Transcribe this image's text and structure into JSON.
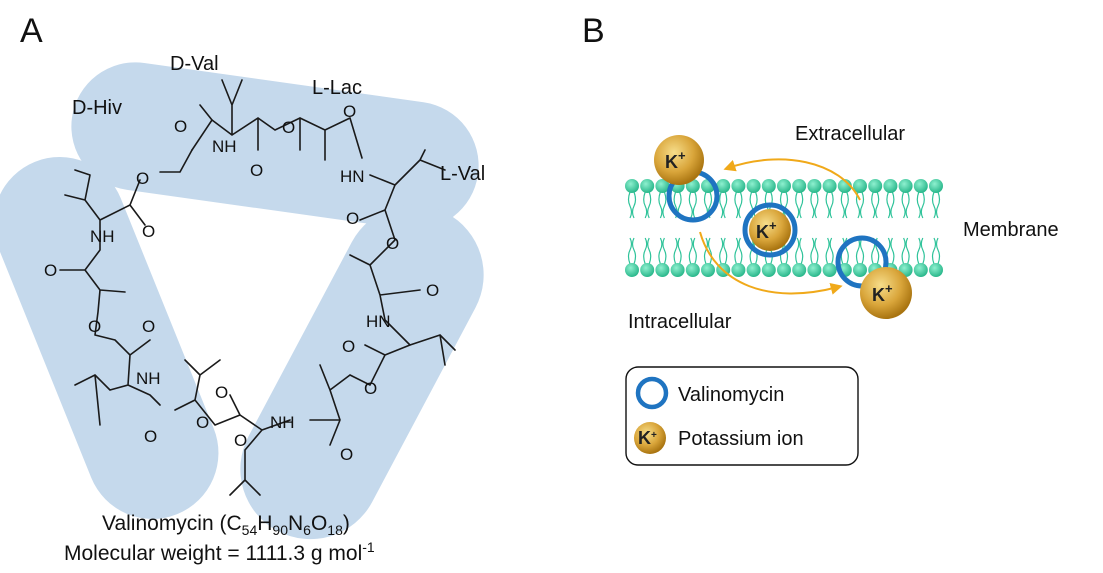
{
  "panels": {
    "a": "A",
    "b": "B"
  },
  "residues": {
    "d_val": "D-Val",
    "l_lac": "L-Lac",
    "d_hiv": "D-Hiv",
    "l_val": "L-Val"
  },
  "atoms": {
    "o": "O",
    "nh": "NH",
    "hn": "HN"
  },
  "caption": {
    "name_prefix": "Valinomycin (C",
    "c_sub": "54",
    "h": "H",
    "h_sub": "90",
    "n": "N",
    "n_sub": "6",
    "o": "O",
    "o_sub": "18",
    "close": ")",
    "mw_prefix": "Molecular weight = 1111.3 g mol",
    "mw_sup": "-1"
  },
  "regions": {
    "extracellular": "Extracellular",
    "membrane": "Membrane",
    "intracellular": "Intracellular"
  },
  "ion": {
    "symbol": "K",
    "charge": "+"
  },
  "legend": {
    "valinomycin": "Valinomycin",
    "potassium": "Potassium ion"
  },
  "colors": {
    "segment_fill": "#c5d9ec",
    "lipid_head": "#2fc39a",
    "ring": "#1f74c1",
    "ion_gold": "#c99320",
    "arrow": "#f0a91a"
  }
}
